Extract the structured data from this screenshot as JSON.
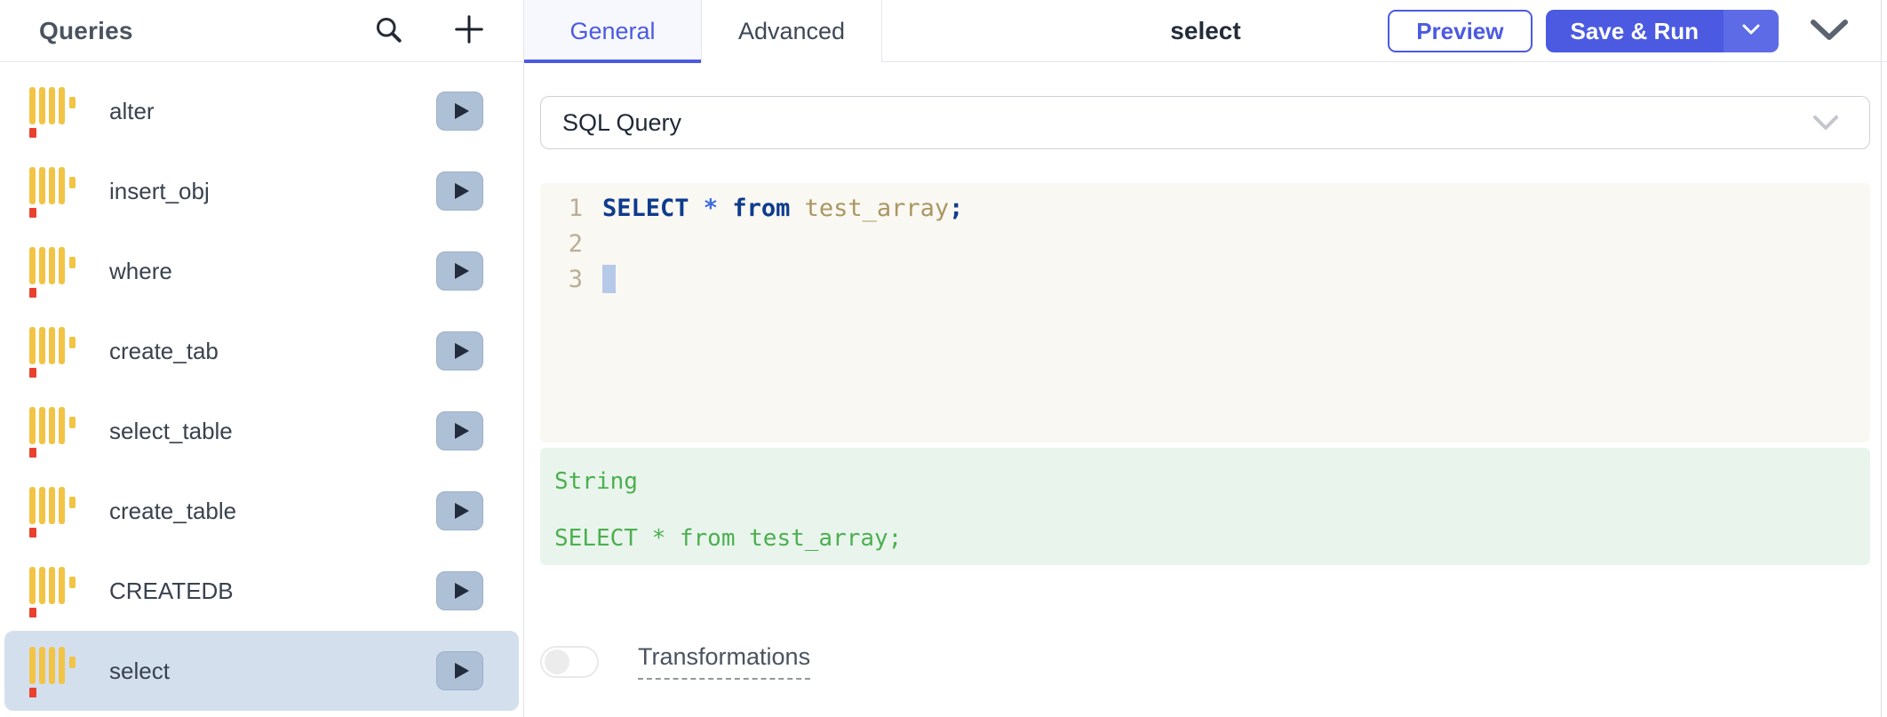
{
  "colors": {
    "accent": "#4b5ae1",
    "selected_row_bg": "#d4dfee",
    "datasource_icon_yellow": "#f2c445",
    "datasource_icon_red": "#e8412f",
    "editor_bg": "#faf8f2",
    "eval_bg": "#e9f5ec",
    "eval_text": "#4caf50"
  },
  "sidebar": {
    "title": "Queries",
    "icons": [
      "search-icon",
      "plus-icon"
    ],
    "items": [
      {
        "label": "alter",
        "selected": false
      },
      {
        "label": "insert_obj",
        "selected": false
      },
      {
        "label": "where",
        "selected": false
      },
      {
        "label": "create_tab",
        "selected": false
      },
      {
        "label": "select_table",
        "selected": false
      },
      {
        "label": "create_table",
        "selected": false
      },
      {
        "label": "CREATEDB",
        "selected": false
      },
      {
        "label": "select",
        "selected": true
      }
    ]
  },
  "header": {
    "tabs": [
      {
        "label": "General",
        "active": true
      },
      {
        "label": "Advanced",
        "active": false
      }
    ],
    "title": "select",
    "preview_button": "Preview",
    "save_run_button": "Save & Run"
  },
  "form": {
    "command_type": "SQL Query",
    "editor": {
      "lines": [
        {
          "number": "1",
          "cursor": false,
          "tokens": [
            {
              "text": "SELECT ",
              "type": "keyword"
            },
            {
              "text": "* ",
              "type": "operator"
            },
            {
              "text": "from ",
              "type": "keyword"
            },
            {
              "text": "test_array",
              "type": "variable"
            },
            {
              "text": ";",
              "type": "punct"
            }
          ]
        },
        {
          "number": "2",
          "cursor": false,
          "tokens": []
        },
        {
          "number": "3",
          "cursor": true,
          "tokens": []
        }
      ]
    },
    "evaluated_value": {
      "type_label": "String",
      "value": "SELECT * from test_array;"
    },
    "transformations": {
      "label": "Transformations",
      "enabled": false
    }
  }
}
